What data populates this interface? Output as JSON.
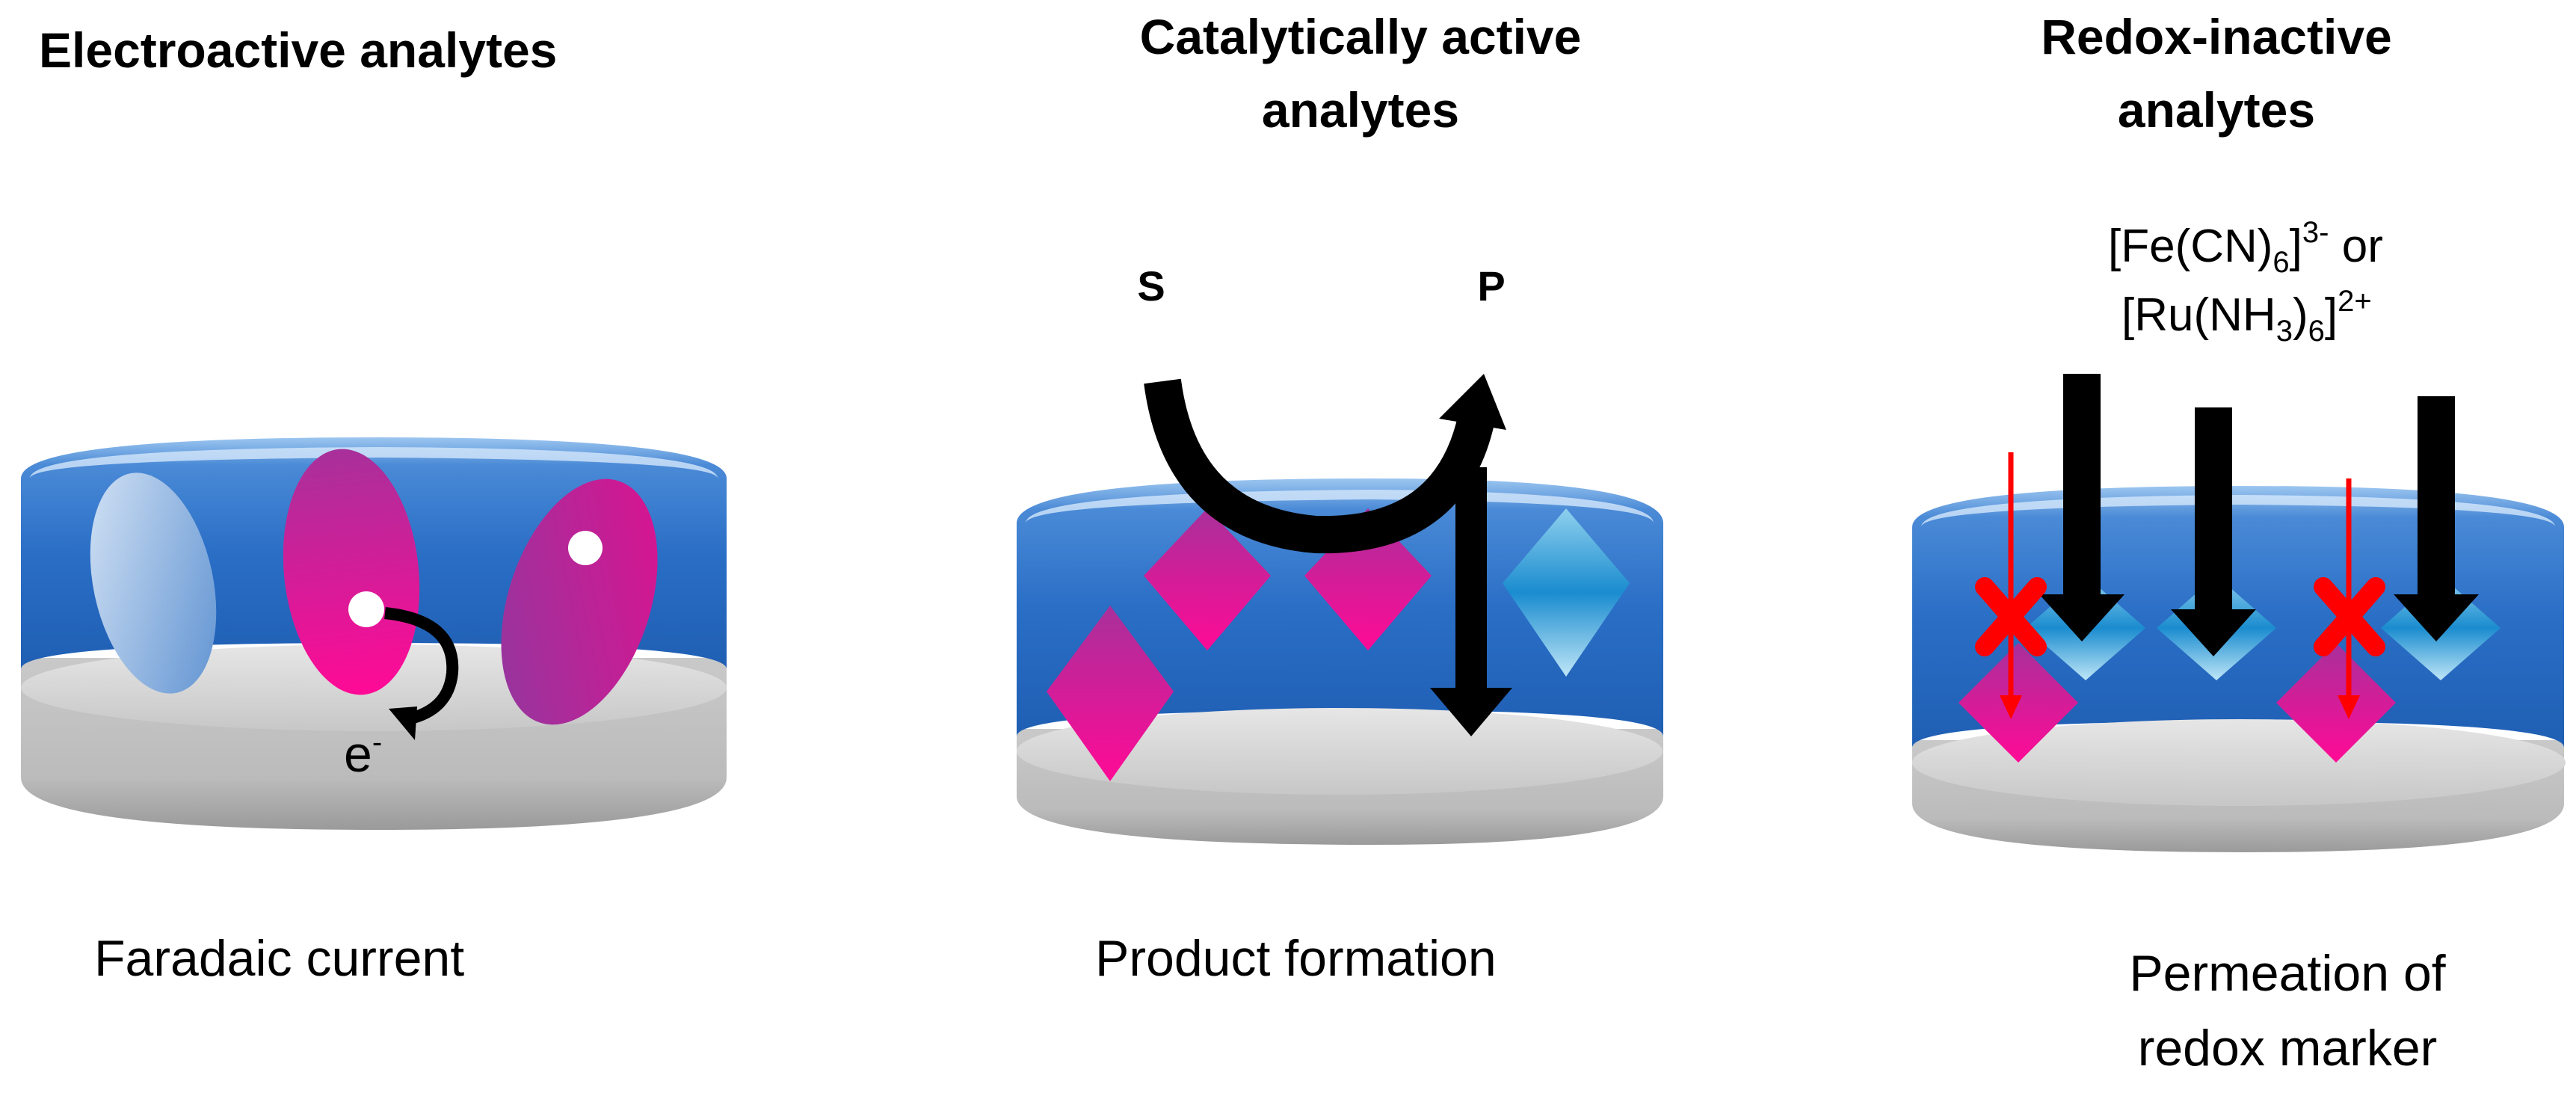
{
  "panels": {
    "electroactive": {
      "title": "Electroactive analytes",
      "caption": "Faradaic current",
      "electron": "e",
      "electron_sup": "-"
    },
    "catalytic": {
      "title_line1": "Catalytically active",
      "title_line2": "analytes",
      "substrate": "S",
      "product": "P",
      "caption": "Product formation"
    },
    "redox_inactive": {
      "title_line1": "Redox-inactive",
      "title_line2": "analytes",
      "marker1_a": "[Fe(CN)",
      "marker1_sub": "6",
      "marker1_b": "]",
      "marker1_sup": "3-",
      "marker1_c": " or",
      "marker2_a": "[Ru(NH",
      "marker2_sub1": "3",
      "marker2_b": ")",
      "marker2_sub2": "6",
      "marker2_c": "]",
      "marker2_sup": "2+",
      "caption_line1": "Permeation of",
      "caption_line2": "redox marker"
    }
  },
  "colors": {
    "layer_blue": "#2f74c8",
    "electrode_gray": "#bdbdbd",
    "analyte_magenta": "#e8119a",
    "analyte_purple": "#a02a9a",
    "analyte_light_blue": "#9dc3e6",
    "block_red": "#ff0000",
    "arrow_black": "#000000"
  }
}
